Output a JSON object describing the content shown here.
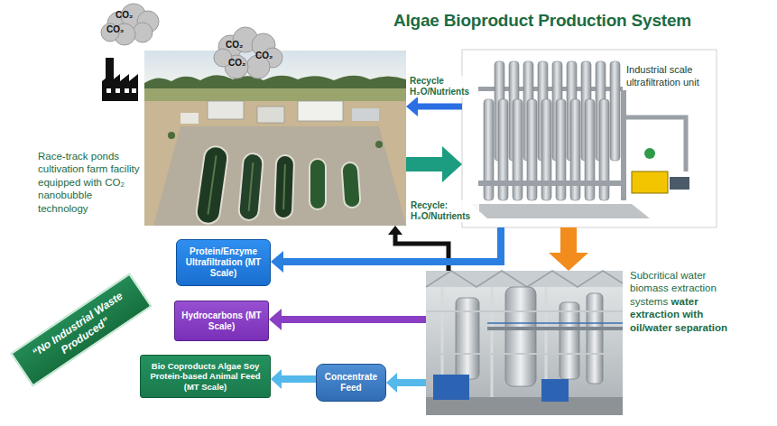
{
  "diagram": {
    "title": "Algae Bioproduct Production System",
    "nodes": [
      {
        "text": [
          "Race-track ponds cultivation farm facility equipped with CO₂ nanobubble technology"
        ]
      },
      {
        "text": [
          "Industrial scale ultrafiltration unit"
        ]
      },
      {
        "text": [
          "Protein/Enzyme Ultrafiltration (MT Scale)"
        ]
      },
      {
        "text": [
          "Hydrocarbons (MT Scale)"
        ]
      },
      {
        "text": [
          "Bio Coproducts Algae Soy Protein-based Animal Feed (MT Scale)"
        ]
      },
      {
        "text": [
          "Concentrate Feed"
        ]
      },
      {
        "text": [
          "Subcritical water biomass extraction systems",
          "water extraction with oil/water separation"
        ]
      },
      {
        "text": [
          "“No Industrial Waste Produced”"
        ]
      }
    ],
    "edges": [
      {
        "from": 1,
        "to": 0,
        "arrow": "to",
        "label": "Recycle H₂O/Nutrients"
      },
      {
        "from": 0,
        "to": 1,
        "arrow": "to"
      },
      {
        "from": 1,
        "to": 6,
        "arrow": "to"
      },
      {
        "from": 6,
        "to": 0,
        "arrow": "to",
        "label": "Recycle: H₂O/Nutrients"
      },
      {
        "from": 1,
        "to": 2,
        "arrow": "to"
      },
      {
        "from": 6,
        "to": 3,
        "arrow": "to"
      },
      {
        "from": 6,
        "to": 5,
        "arrow": "to"
      },
      {
        "from": 5,
        "to": 4,
        "arrow": "to"
      }
    ],
    "labels": [
      "CO₂",
      "CO₂",
      "CO₂",
      "CO₂",
      "CO₂"
    ]
  }
}
